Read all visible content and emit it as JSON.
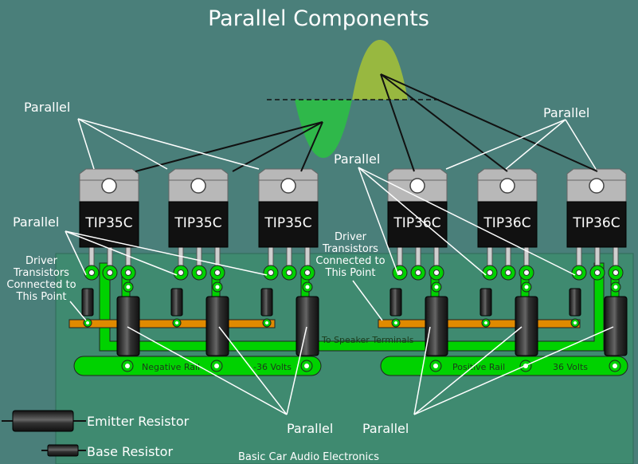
{
  "title": "Parallel Components",
  "transistors": [
    {
      "label": "TIP35C"
    },
    {
      "label": "TIP35C"
    },
    {
      "label": "TIP35C"
    },
    {
      "label": "TIP36C"
    },
    {
      "label": "TIP36C"
    },
    {
      "label": "TIP36C"
    }
  ],
  "labels": {
    "parallel": "Parallel",
    "driver_left": [
      "Driver",
      "Transistors",
      "Connected to",
      "This Point"
    ],
    "driver_right": [
      "Driver",
      "Transistors",
      "Connected to",
      "This Point"
    ],
    "to_speaker": "To Speaker Terminals",
    "negative_rail": "Negative Rail",
    "neg_volts": "-36 Volts",
    "positive_rail": "Positive Rail",
    "pos_volts": "36 Volts"
  },
  "legend": {
    "emitter": "Emitter Resistor",
    "base": "Base Resistor"
  },
  "footer": "Basic Car Audio Electronics",
  "colors": {
    "background": "#4a7f7a",
    "board": "#3f8a70",
    "trace_green": "#00d200",
    "trace_orange": "#e08a00",
    "wave_negative": "#2fb84a",
    "wave_positive": "#98b840",
    "tab_gray": "#b8b8b8",
    "body_black": "#111111"
  }
}
